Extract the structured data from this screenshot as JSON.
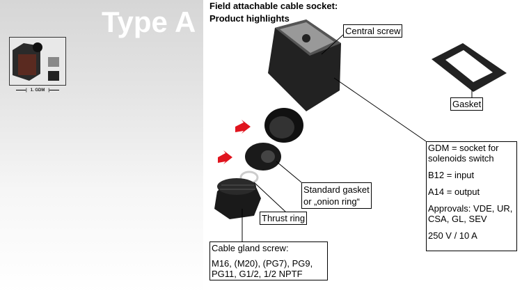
{
  "side_panel": {
    "title": "Type A",
    "thumbnail_caption": "1. GDM"
  },
  "heading": {
    "line1": "Field attachable cable socket:",
    "line2": "Product highlights"
  },
  "labels": {
    "central_screw": "Central screw",
    "gasket": "Gasket",
    "gdm": [
      "GDM = socket for solenoids switch",
      "B12 = input",
      "A14 = output",
      "Approvals: VDE, UR, CSA, GL, SEV",
      "250 V / 10 A"
    ],
    "standard_gasket": [
      "Standard gasket",
      "or „onion ring“"
    ],
    "thrust_ring": "Thrust ring",
    "cable_gland": [
      "Cable gland screw:",
      "M16, (M20), (PG7), PG9, PG11, G1/2, 1/2 NPTF"
    ]
  },
  "colors": {
    "arrow": "#e0141e",
    "part": "#1a1a1a"
  }
}
